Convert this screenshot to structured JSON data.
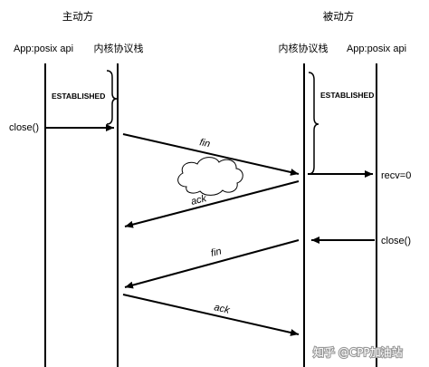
{
  "headers": {
    "active_side": "主动方",
    "passive_side": "被动方"
  },
  "lifelines": {
    "left_app": "App:posix api",
    "left_kernel": "内核协议栈",
    "right_kernel": "内核协议栈",
    "right_app": "App:posix api"
  },
  "states": {
    "left_established": "ESTABLISHED",
    "right_established": "ESTABLISHED"
  },
  "calls": {
    "left_close": "close()",
    "right_recv": "recv=0",
    "right_close": "close()"
  },
  "messages": {
    "fin_1": "fin",
    "ack_1": "ack",
    "fin_2": "fin",
    "ack_2": "ack"
  },
  "watermark": "知乎 @CPP加油站",
  "colors": {
    "line": "#000000",
    "cloud_fill": "#ffffff",
    "watermark": "#ffffff"
  }
}
